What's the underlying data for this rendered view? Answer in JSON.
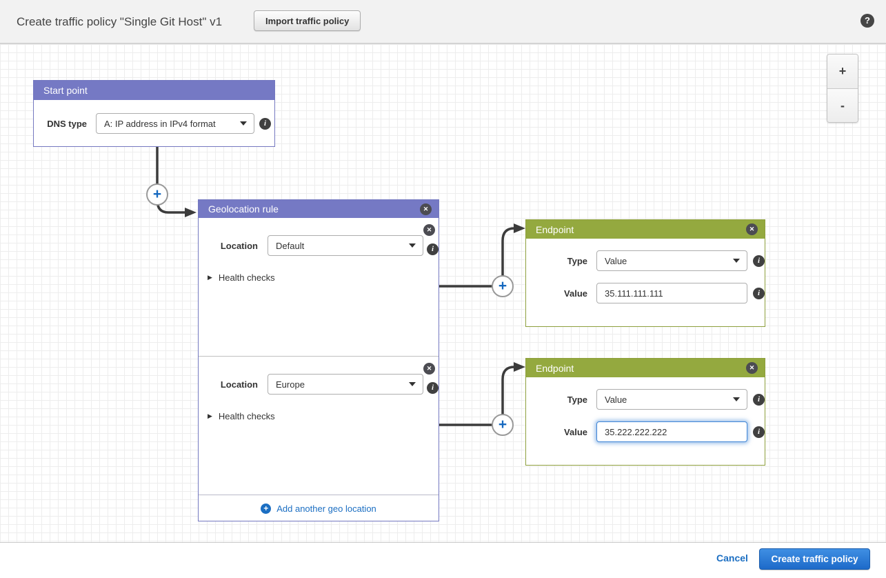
{
  "header": {
    "title": "Create traffic policy \"Single Git Host\" v1",
    "import_button_label": "Import traffic policy"
  },
  "icons": {
    "help": "?",
    "close": "✕",
    "info": "i",
    "plus": "+",
    "minus": "-",
    "collapsed_arrow": "▶"
  },
  "zoom_controls": {
    "zoom_in_label": "+",
    "zoom_out_label": "-"
  },
  "diagram": {
    "start_point": {
      "title": "Start point",
      "dns_type_label": "DNS type",
      "dns_type_value": "A: IP address in IPv4 format"
    },
    "geolocation_rule": {
      "title": "Geolocation rule",
      "sections": [
        {
          "location_label": "Location",
          "location_value": "Default",
          "health_checks_label": "Health checks"
        },
        {
          "location_label": "Location",
          "location_value": "Europe",
          "health_checks_label": "Health checks"
        }
      ],
      "add_link_label": "Add another geo location"
    },
    "endpoints": [
      {
        "title": "Endpoint",
        "type_label": "Type",
        "type_value": "Value",
        "value_label": "Value",
        "value_input": "35.111.111.111"
      },
      {
        "title": "Endpoint",
        "type_label": "Type",
        "type_value": "Value",
        "value_label": "Value",
        "value_input": "35.222.222.222"
      }
    ]
  },
  "footer": {
    "cancel_label": "Cancel",
    "create_label": "Create traffic policy"
  },
  "colors": {
    "rule_header_purple": "#7579c4",
    "endpoint_header_green": "#94a93f",
    "link_blue": "#1b6ec2",
    "primary_button_blue": "#2676d9",
    "connector_dark": "#3c3c3c",
    "plus_icon_blue": "#1568bf"
  }
}
